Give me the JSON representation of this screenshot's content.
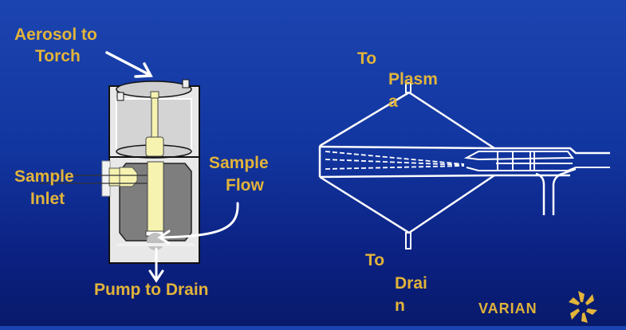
{
  "slide": {
    "labels": {
      "aerosol_line1": "Aerosol to",
      "aerosol_line2": "Torch",
      "sample_inlet_line1": "Sample",
      "sample_inlet_line2": "Inlet",
      "sample_flow_line1": "Sample",
      "sample_flow_line2": "Flow",
      "pump_to_drain": "Pump to Drain",
      "to_plasma_line1": "To",
      "to_plasma_line2": "Plasm",
      "to_plasma_line3": "a",
      "to_drain_line1": "To",
      "to_drain_line2": "Drai",
      "to_drain_line3": "n"
    },
    "logo": {
      "text": "VARIAN"
    },
    "colors": {
      "label": "#e2b43a",
      "background": "#1236a0",
      "line": "#ffffff"
    }
  }
}
